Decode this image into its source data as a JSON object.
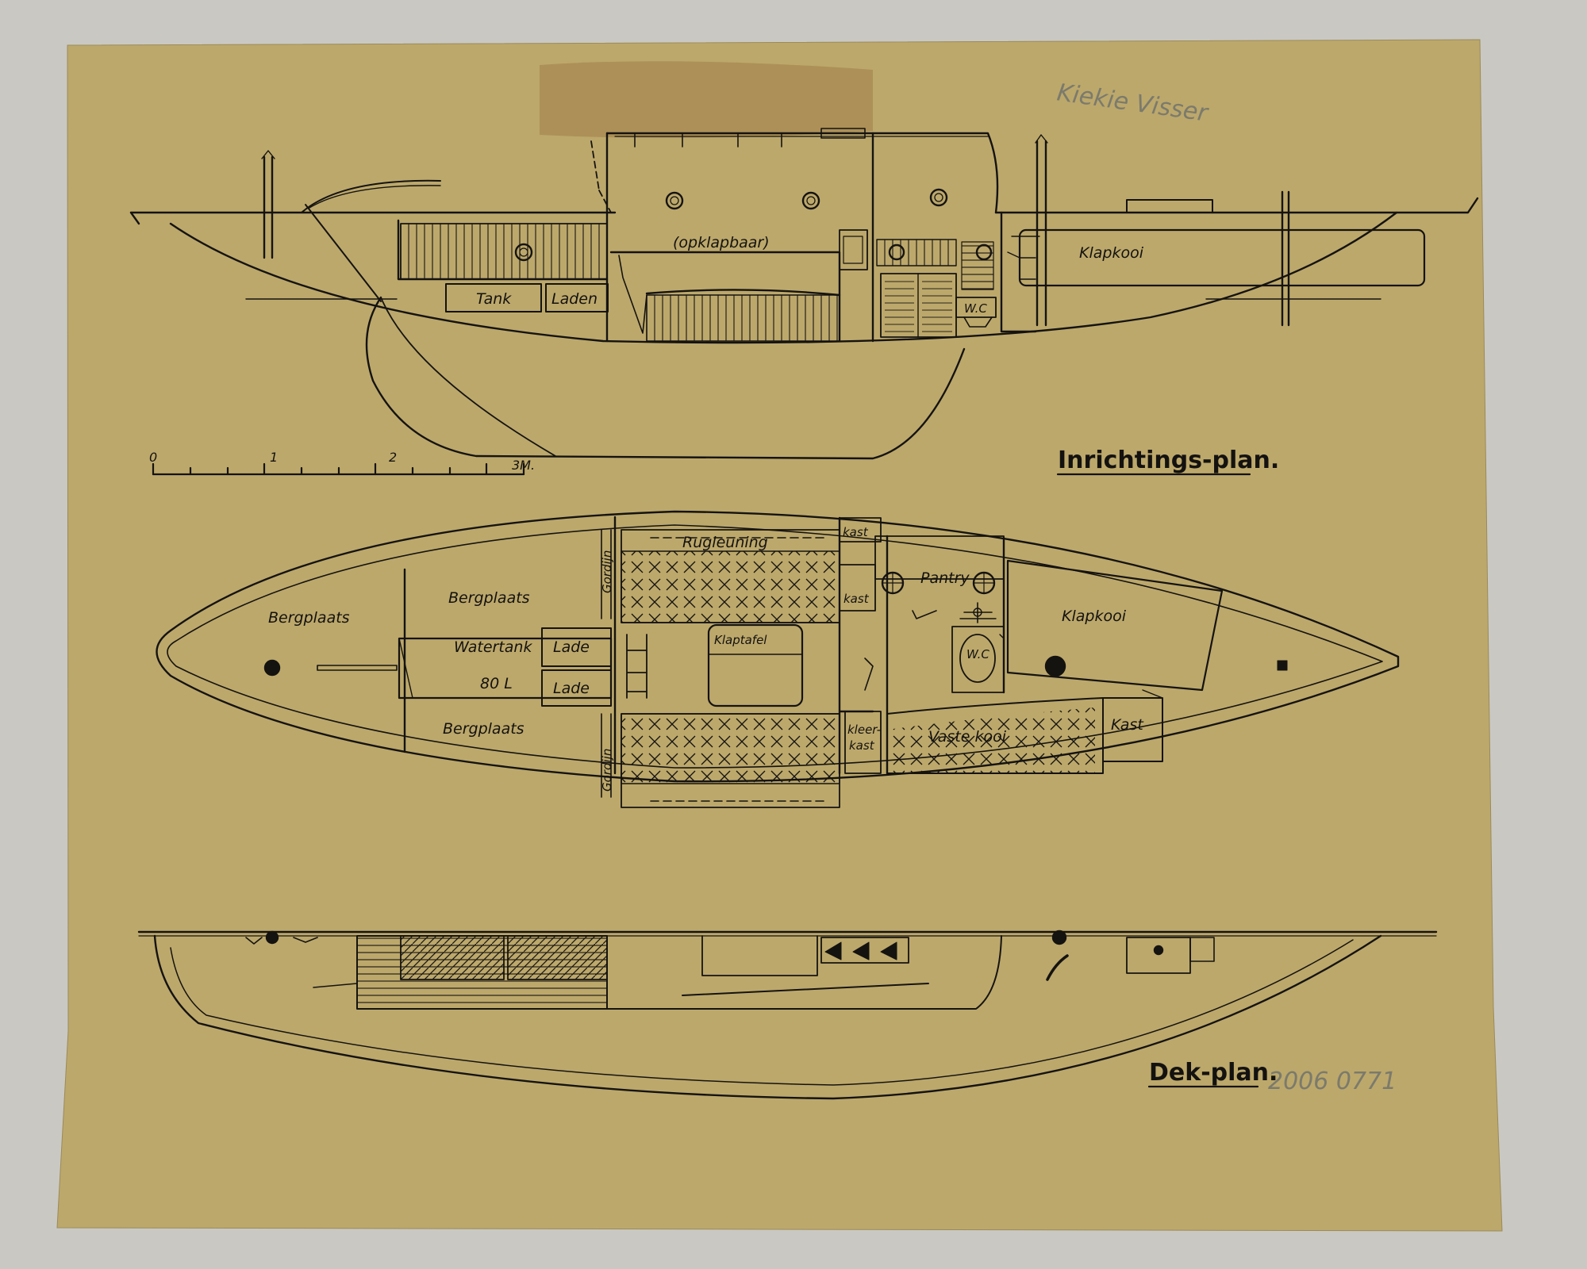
{
  "colors": {
    "paper": "#bca86b",
    "background": "#c9c8c3",
    "ink": "#151310",
    "pencil": "#7b7a6c",
    "stain": "#a07b47"
  },
  "scale": {
    "ticks": [
      "0",
      "1",
      "2",
      "3M."
    ]
  },
  "profile": {
    "labels": {
      "opklapbaar": "(opklapbaar)",
      "tank": "Tank",
      "laden": "Laden",
      "wc": "W.C",
      "klapkooi": "Klapkooi"
    }
  },
  "plan": {
    "title": "Inrichtings-plan.",
    "labels": {
      "bergplaats_bow": "Bergplaats",
      "bergplaats_upper": "Bergplaats",
      "bergplaats_lower": "Bergplaats",
      "watertank": "Watertank",
      "watertank_volume": "80 L",
      "lade_upper": "Lade",
      "lade_lower": "Lade",
      "gordijn_upper": "Gordijn",
      "gordijn_lower": "Gordijn",
      "rugleuning": "Rugleuning",
      "klaptafel": "Klaptafel",
      "kast_upper": "kast",
      "kast_small": "kast",
      "pantry": "Pantry",
      "klapkooi": "Klapkooi",
      "wc": "W.C",
      "kleerkast_1": "kleer-",
      "kleerkast_2": "kast",
      "vaste_kooi": "Vaste kooi",
      "kast_stern": "Kast"
    }
  },
  "deck": {
    "title": "Dek-plan."
  },
  "annotations": {
    "catalog_number": "2006 0771",
    "signature": "Kiekie Visser"
  }
}
